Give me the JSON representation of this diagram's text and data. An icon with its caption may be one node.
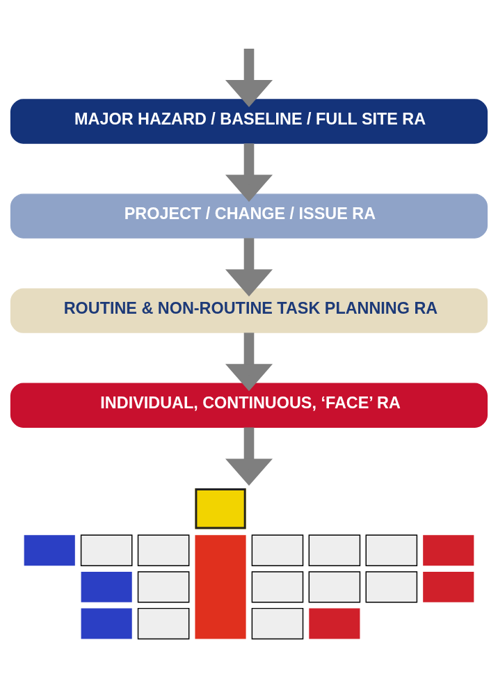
{
  "diagram": {
    "nodes": [
      {
        "text": [
          "MAJOR HAZARD / BASELINE / FULL SITE RA"
        ]
      },
      {
        "text": [
          "PROJECT / CHANGE / ISSUE RA"
        ]
      },
      {
        "text": [
          "ROUTINE & NON-ROUTINE TASK PLANNING RA"
        ]
      },
      {
        "text": [
          "INDIVIDUAL, CONTINUOUS, ‘FACE’ RA"
        ]
      },
      {
        "text": [],
        "shape": "picture"
      }
    ],
    "edges": [
      {
        "from": null,
        "to": 0,
        "arrow": "to"
      },
      {
        "from": 0,
        "to": 1,
        "arrow": "to"
      },
      {
        "from": 1,
        "to": 2,
        "arrow": "to"
      },
      {
        "from": 2,
        "to": 3,
        "arrow": "to"
      },
      {
        "from": 3,
        "to": 4,
        "arrow": "to"
      }
    ]
  }
}
